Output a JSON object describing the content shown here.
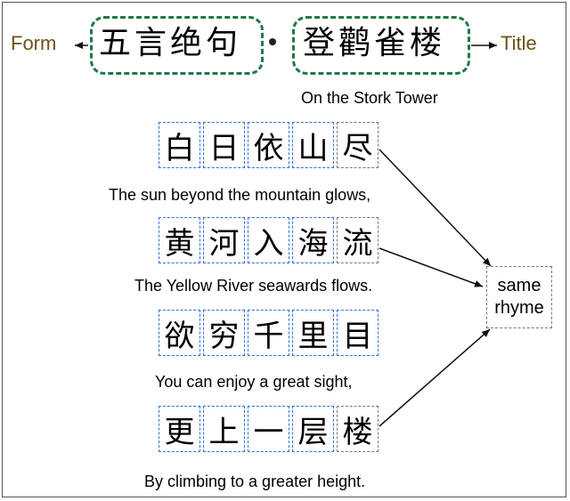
{
  "header": {
    "form_label": "Form",
    "title_label": "Title",
    "form_text": "五言绝句",
    "title_text": "登鹳雀楼",
    "title_translation": "On the Stork Tower"
  },
  "lines": [
    {
      "chars": [
        "白",
        "日",
        "依",
        "山",
        "尽"
      ],
      "translation": "The sun beyond the mountain glows,"
    },
    {
      "chars": [
        "黄",
        "河",
        "入",
        "海",
        "流"
      ],
      "translation": "The Yellow River seawards flows."
    },
    {
      "chars": [
        "欲",
        "穷",
        "千",
        "里",
        "目"
      ],
      "translation": "You can enjoy a great sight,"
    },
    {
      "chars": [
        "更",
        "上",
        "一",
        "层",
        "楼"
      ],
      "translation": "By climbing to a greater height."
    }
  ],
  "rhyme_box": {
    "line1": "same",
    "line2": "rhyme"
  },
  "colors": {
    "green_border": "#1e7a4a",
    "blue_border": "#2f6fd6",
    "grey_border": "#777777",
    "label_color": "#6b5318"
  }
}
